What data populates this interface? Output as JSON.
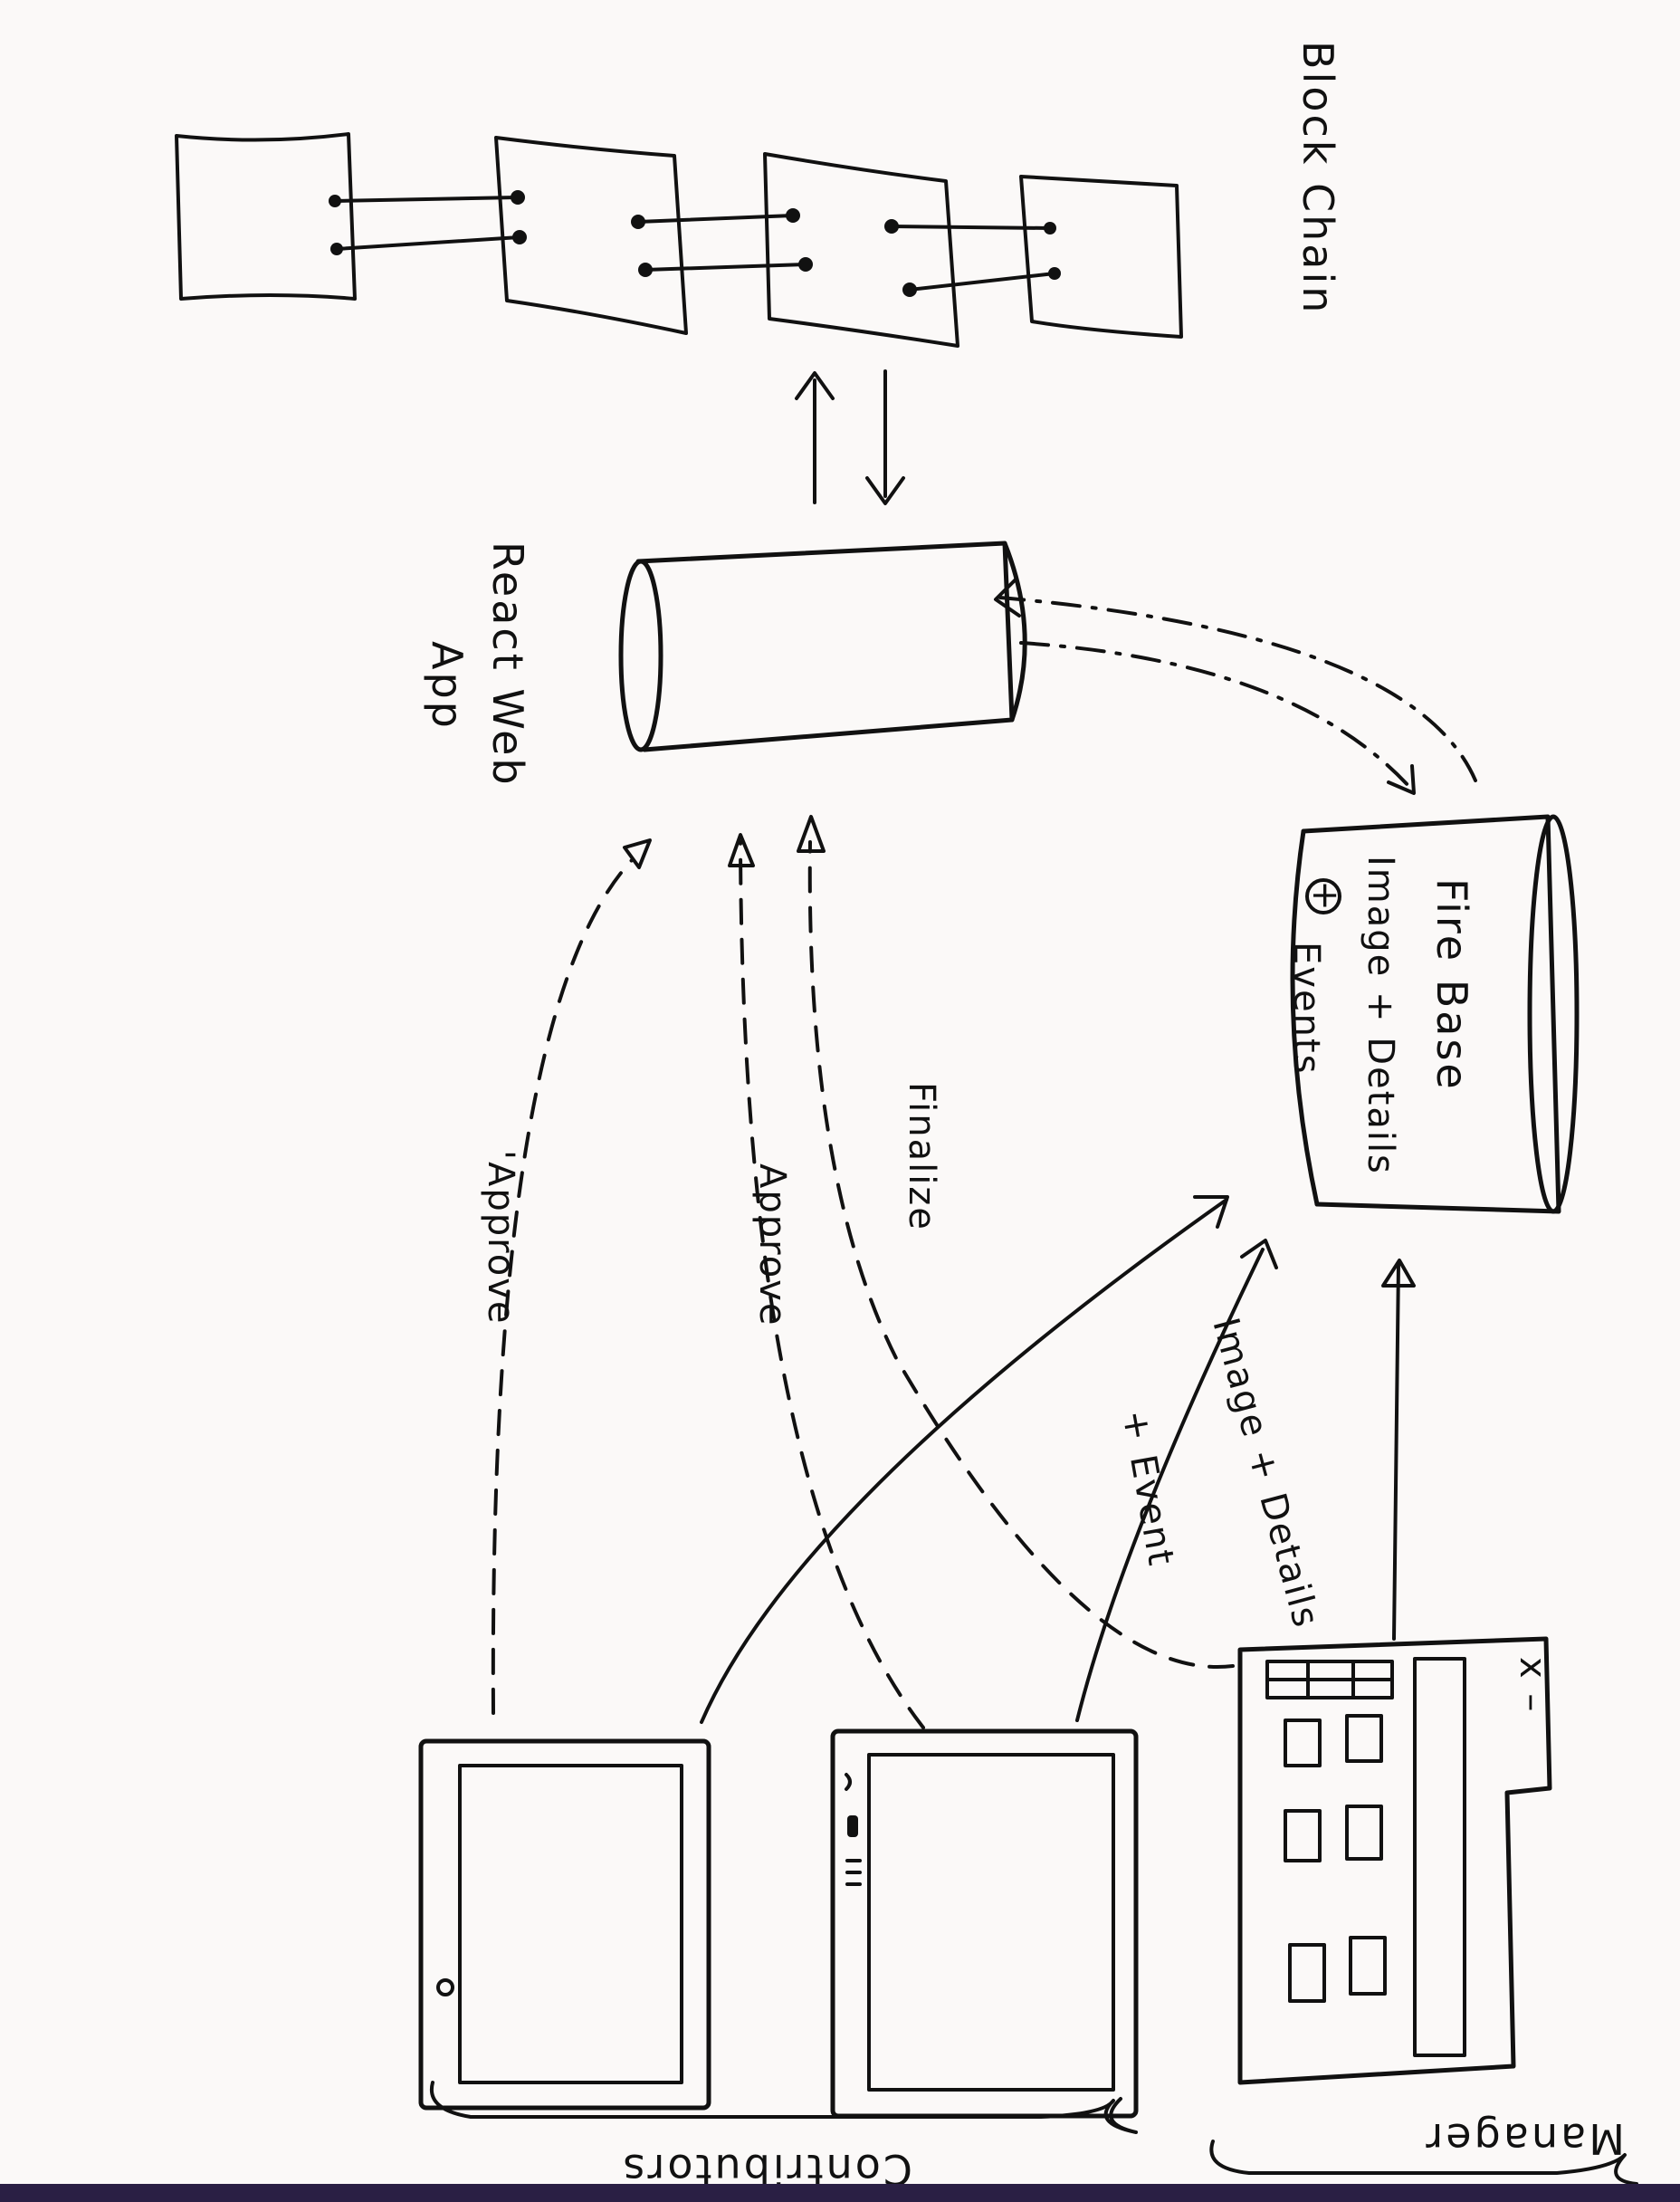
{
  "labels": {
    "blockchain": "Block Chain",
    "react_app_line1": "React Web",
    "react_app_line2": "App",
    "firebase_title": "Fire Base",
    "firebase_line1": "Image + Details",
    "firebase_plus": "+",
    "firebase_line2": "Events",
    "finalize": "Finalize",
    "approve_mid": "Approve",
    "approve_left": "'Approve",
    "image_details_line1": "Image + Details",
    "image_details_line2": "+ Event",
    "contributors": "Contributors",
    "manager": "Manager",
    "window_controls": "x –"
  },
  "colors": {
    "ink": "#111111",
    "paper": "#fbf9f8",
    "band": "#2a1f44"
  }
}
